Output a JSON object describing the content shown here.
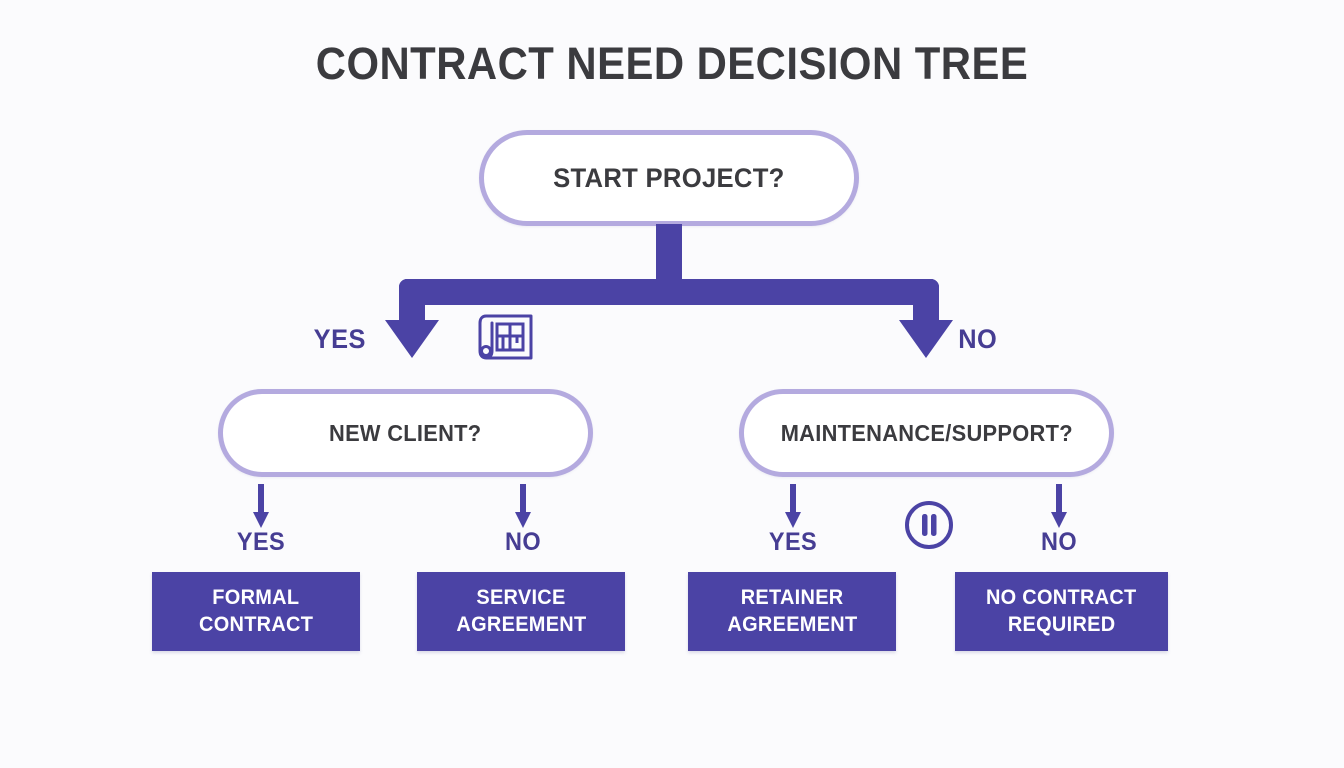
{
  "diagram": {
    "title": "CONTRACT NEED DECISION TREE",
    "background_color": "#fbfbfd",
    "accent_color": "#4b43a5",
    "pill_border_color": "#b4aadf",
    "title_color": "#3b3b3f",
    "label_color": "#463d93",
    "nodes": {
      "start": "START PROJECT?",
      "new_client": "NEW CLIENT?",
      "maintenance": "MAINTENANCE/SUPPORT?"
    },
    "branch_labels": {
      "start_yes": "YES",
      "start_no": "NO",
      "new_client_yes": "YES",
      "new_client_no": "NO",
      "maintenance_yes": "YES",
      "maintenance_no": "NO"
    },
    "outcomes": [
      {
        "line1": "FORMAL",
        "line2": "CONTRACT"
      },
      {
        "line1": "SERVICE",
        "line2": "AGREEMENT"
      },
      {
        "line1": "RETAINER",
        "line2": "AGREEMENT"
      },
      {
        "line1": "NO CONTRACT",
        "line2": "REQUIRED"
      }
    ],
    "icons": [
      {
        "name": "blueprint-icon",
        "color": "#4b43a5"
      },
      {
        "name": "pause-icon",
        "color": "#4b43a5"
      }
    ]
  },
  "chart_data": {
    "type": "diagram",
    "title": "CONTRACT NEED DECISION TREE",
    "structure": [
      {
        "question": "START PROJECT?",
        "branches": [
          {
            "answer": "YES",
            "question": "NEW CLIENT?",
            "branches": [
              {
                "answer": "YES",
                "outcome": "FORMAL CONTRACT"
              },
              {
                "answer": "NO",
                "outcome": "SERVICE AGREEMENT"
              }
            ]
          },
          {
            "answer": "NO",
            "question": "MAINTENANCE/SUPPORT?",
            "branches": [
              {
                "answer": "YES",
                "outcome": "RETAINER AGREEMENT"
              },
              {
                "answer": "NO",
                "outcome": "NO CONTRACT REQUIRED"
              }
            ]
          }
        ]
      }
    ]
  }
}
